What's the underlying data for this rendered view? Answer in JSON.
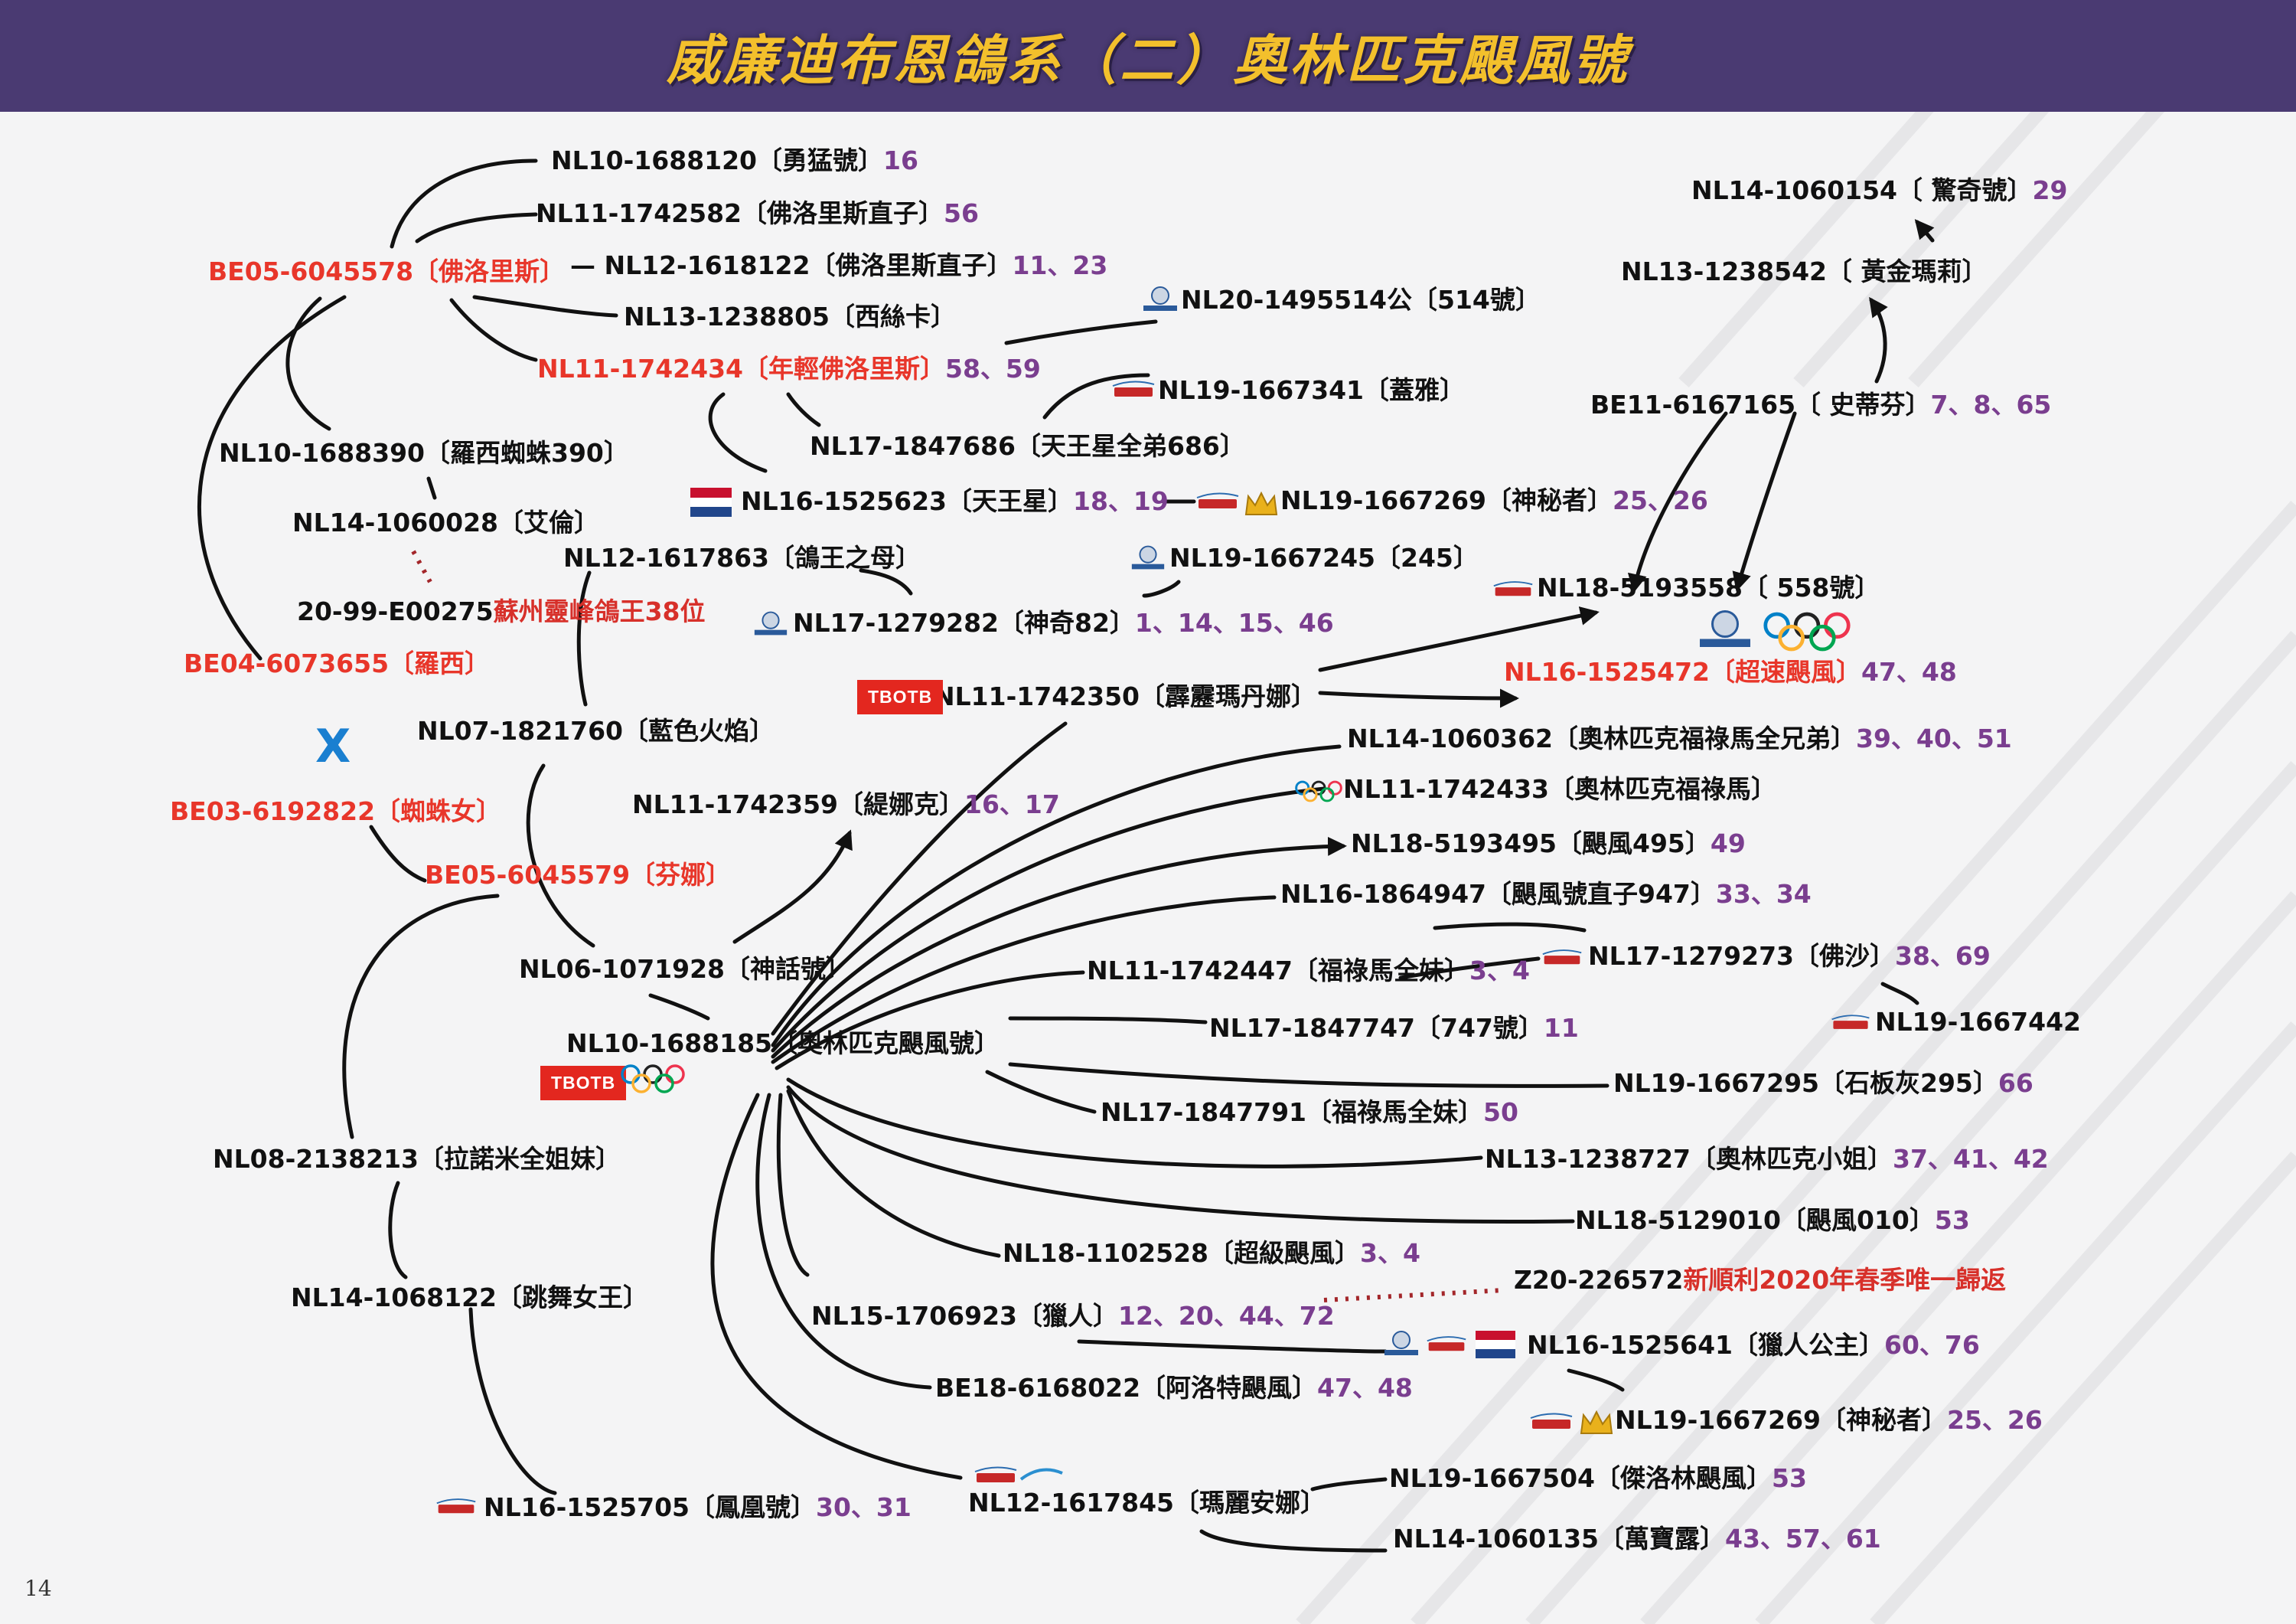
{
  "header": {
    "title": "威廉迪布恩鴿系（二）奧林匹克颶風號"
  },
  "page_number": "14",
  "cross_symbol": "X",
  "colors": {
    "header_bg": "#4a3a72",
    "title": "#f3c02c",
    "founder_red": "#e8362a",
    "number_purple": "#7a3e8f",
    "cross_blue": "#1a7fd0",
    "flag_red": "#c8102e",
    "flag_blue": "#21468b",
    "tbotb_red": "#e3271f"
  },
  "badges": {
    "tbotb": "TBOTB",
    "olympic_icon": "olympic-rings-icon",
    "flag_icon": "netherlands-flag-icon",
    "crown_icon": "crown-icon",
    "whzb_logo": "whzb-logo-icon",
    "fci_logo": "fci-logo-icon"
  },
  "nodes": [
    {
      "id": "n01",
      "ring": "NL10-1688120〔勇猛號〕",
      "nums": "16",
      "red": false
    },
    {
      "id": "n02",
      "ring": "NL11-1742582〔佛洛里斯直子〕",
      "nums": "56",
      "red": false
    },
    {
      "id": "n03",
      "ring": "BE05-6045578〔佛洛里斯〕",
      "nums": "",
      "red": true
    },
    {
      "id": "n04",
      "ring": "— NL12-1618122〔佛洛里斯直子〕",
      "nums": "11、23",
      "red": false
    },
    {
      "id": "n05",
      "ring": "NL13-1238805〔西絲卡〕",
      "nums": "",
      "red": false
    },
    {
      "id": "n06",
      "ring": "NL11-1742434〔年輕佛洛里斯〕",
      "nums": "58、59",
      "red": true
    },
    {
      "id": "n07",
      "ring": "NL17-1847686〔天王星全弟686〕",
      "nums": "",
      "red": false
    },
    {
      "id": "n08",
      "ring": "NL10-1688390〔羅西蜘蛛390〕",
      "nums": "",
      "red": false
    },
    {
      "id": "n09",
      "ring": "NL14-1060028〔艾倫〕",
      "nums": "",
      "red": false
    },
    {
      "id": "n10",
      "ring": "NL16-1525623〔天王星〕",
      "nums": "18、19",
      "red": false
    },
    {
      "id": "n11",
      "ring": "NL12-1617863〔鴿王之母〕",
      "nums": "",
      "red": false
    },
    {
      "id": "n12",
      "ring": "NL17-1279282〔神奇82〕",
      "nums": "1、14、15、46",
      "red": false
    },
    {
      "id": "n13",
      "ring": "BE04-6073655〔羅西〕",
      "nums": "",
      "red": true
    },
    {
      "id": "n14",
      "ring": "NL07-1821760〔藍色火焰〕",
      "nums": "",
      "red": false
    },
    {
      "id": "n15",
      "ring": "BE03-6192822〔蜘蛛女〕",
      "nums": "",
      "red": true
    },
    {
      "id": "n16",
      "ring": "NL11-1742359〔緹娜克〕",
      "nums": "16、17",
      "red": false
    },
    {
      "id": "n17",
      "ring": "BE05-6045579〔芬娜〕",
      "nums": "",
      "red": true
    },
    {
      "id": "n18",
      "ring": "NL06-1071928〔神話號〕",
      "nums": "",
      "red": false
    },
    {
      "id": "n19",
      "ring": "NL10-1688185〔奧林匹克颶風號〕",
      "nums": "",
      "red": false
    },
    {
      "id": "n20",
      "ring": "NL08-2138213〔拉諾米全姐妹〕",
      "nums": "",
      "red": false
    },
    {
      "id": "n21",
      "ring": "NL14-1068122〔跳舞女王〕",
      "nums": "",
      "red": false
    },
    {
      "id": "n22",
      "ring": "NL16-1525705〔鳳凰號〕",
      "nums": "30、31",
      "red": false
    },
    {
      "id": "n23",
      "ring": "NL12-1617845〔瑪麗安娜〕",
      "nums": "",
      "red": false
    },
    {
      "id": "n24",
      "ring": "NL11-1742350〔霹靂瑪丹娜〕",
      "nums": "",
      "red": false
    },
    {
      "id": "n25",
      "ring": "NL20-1495514公〔514號〕",
      "nums": "",
      "red": false
    },
    {
      "id": "n26",
      "ring": "NL19-1667341〔蓋雅〕",
      "nums": "",
      "red": false
    },
    {
      "id": "n27",
      "ring": "NL19-1667269〔神秘者〕",
      "nums": "25、26",
      "red": false
    },
    {
      "id": "n28",
      "ring": "NL19-1667245〔245〕",
      "nums": "",
      "red": false
    },
    {
      "id": "n29",
      "ring": "NL14-1060154〔 驚奇號〕",
      "nums": "29",
      "red": false
    },
    {
      "id": "n30",
      "ring": "NL13-1238542〔 黃金瑪莉〕",
      "nums": "",
      "red": false
    },
    {
      "id": "n31",
      "ring": "BE11-6167165〔 史蒂芬〕",
      "nums": "7、8、65",
      "red": false
    },
    {
      "id": "n32",
      "ring": "NL18-5193558〔 558號〕",
      "nums": "",
      "red": false
    },
    {
      "id": "n33",
      "ring": "NL16-1525472〔超速颶風〕",
      "nums": "47、48",
      "red": true
    },
    {
      "id": "n34",
      "ring": "NL14-1060362〔奧林匹克福祿馬全兄弟〕",
      "nums": "39、40、51",
      "red": false
    },
    {
      "id": "n35",
      "ring": "NL11-1742433〔奧林匹克福祿馬〕",
      "nums": "",
      "red": false
    },
    {
      "id": "n36",
      "ring": "NL18-5193495〔颶風495〕",
      "nums": "49",
      "red": false
    },
    {
      "id": "n37",
      "ring": "NL16-1864947〔颶風號直子947〕",
      "nums": "33、34",
      "red": false
    },
    {
      "id": "n38",
      "ring": "NL17-1279273〔佛沙〕",
      "nums": "38、69",
      "red": false
    },
    {
      "id": "n39",
      "ring": "NL11-1742447〔福祿馬全妹〕",
      "nums": "3、4",
      "red": false
    },
    {
      "id": "n40",
      "ring": "NL19-1667442",
      "nums": "",
      "red": false
    },
    {
      "id": "n41",
      "ring": "NL17-1847747〔747號〕",
      "nums": "11",
      "red": false
    },
    {
      "id": "n42",
      "ring": "NL19-1667295〔石板灰295〕",
      "nums": "66",
      "red": false
    },
    {
      "id": "n43",
      "ring": "NL17-1847791〔福祿馬全妹〕",
      "nums": "50",
      "red": false
    },
    {
      "id": "n44",
      "ring": "NL13-1238727〔奧林匹克小姐〕",
      "nums": "37、41、42",
      "red": false
    },
    {
      "id": "n45",
      "ring": "NL18-5129010〔颶風010〕",
      "nums": "53",
      "red": false
    },
    {
      "id": "n46",
      "ring": "NL18-1102528〔超級颶風〕",
      "nums": "3、4",
      "red": false
    },
    {
      "id": "n47",
      "ring": "NL15-1706923〔獵人〕",
      "nums": "12、20、44、72",
      "red": false
    },
    {
      "id": "n48",
      "ring": "NL16-1525641〔獵人公主〕",
      "nums": "60、76",
      "red": false
    },
    {
      "id": "n49",
      "ring": "BE18-6168022〔阿洛特颶風〕",
      "nums": "47、48",
      "red": false
    },
    {
      "id": "n50",
      "ring": "NL19-1667269〔神秘者〕",
      "nums": "25、26",
      "red": false
    },
    {
      "id": "n51",
      "ring": "NL19-1667504〔傑洛林颶風〕",
      "nums": "53",
      "red": false
    },
    {
      "id": "n52",
      "ring": "NL14-1060135〔萬寶露〕",
      "nums": "43、57、61",
      "red": false
    }
  ],
  "notes": [
    {
      "id": "note1",
      "plain": "20-99-E00275",
      "highlight": "蘇州靈峰鴿王38位"
    },
    {
      "id": "note2",
      "plain": "Z20-226572",
      "highlight": "新順利2020年春季唯一歸返"
    }
  ]
}
